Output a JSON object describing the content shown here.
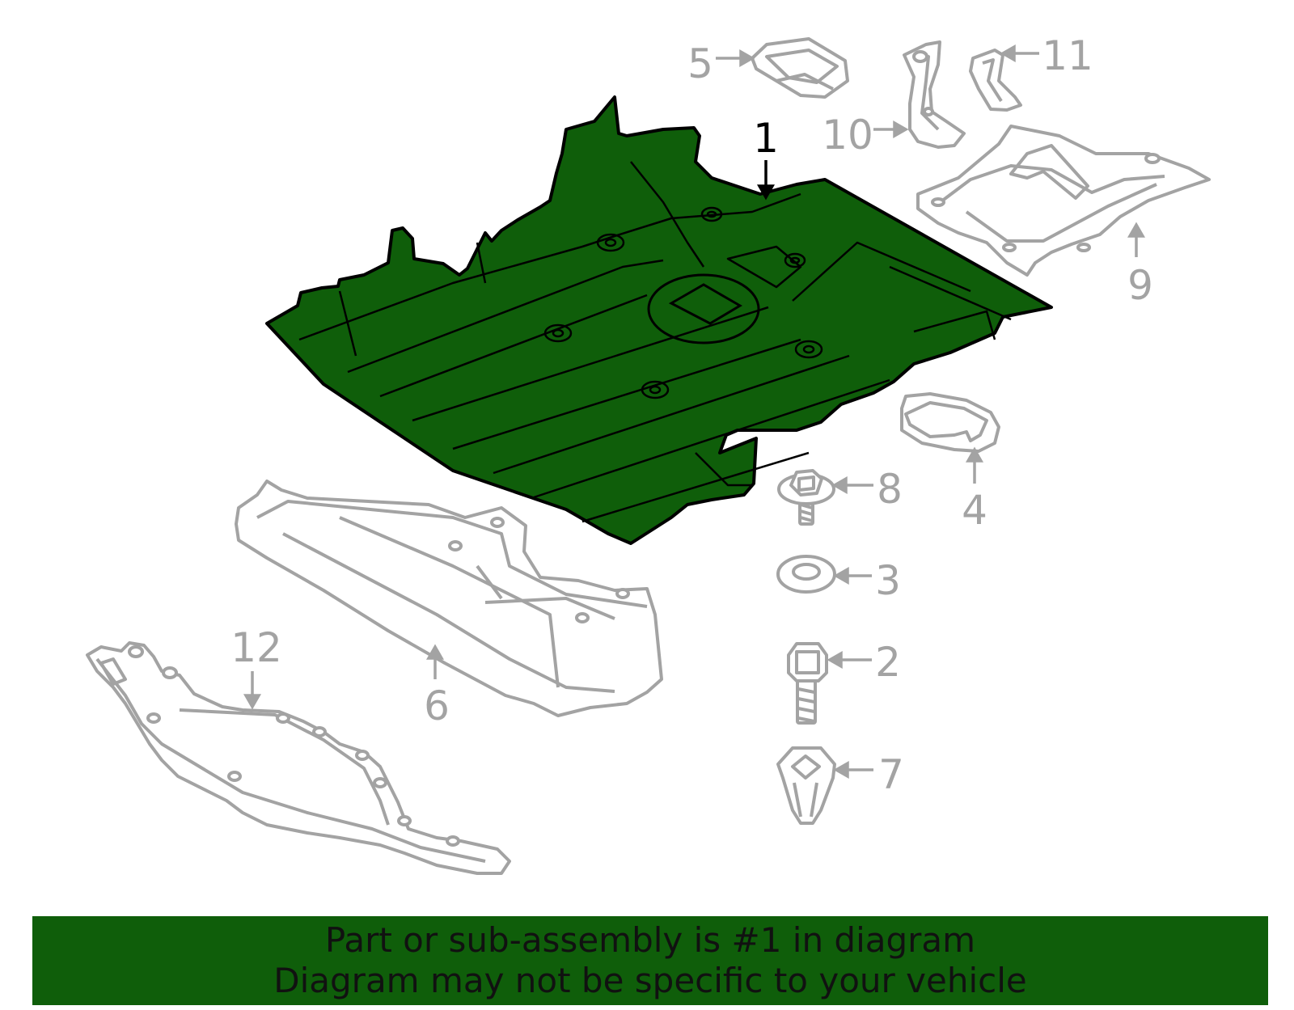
{
  "colors": {
    "highlight": "#0f5e0a",
    "part_line": "#a3a3a3",
    "highlight_line": "#000000",
    "banner_background": "#0f5e0a",
    "banner_text": "#111111"
  },
  "callouts": [
    {
      "id": "1",
      "label": "1",
      "highlighted": true
    },
    {
      "id": "2",
      "label": "2"
    },
    {
      "id": "3",
      "label": "3"
    },
    {
      "id": "4",
      "label": "4"
    },
    {
      "id": "5",
      "label": "5"
    },
    {
      "id": "6",
      "label": "6"
    },
    {
      "id": "7",
      "label": "7"
    },
    {
      "id": "8",
      "label": "8"
    },
    {
      "id": "9",
      "label": "9"
    },
    {
      "id": "10",
      "label": "10"
    },
    {
      "id": "11",
      "label": "11"
    },
    {
      "id": "12",
      "label": "12"
    }
  ],
  "banner": {
    "line1": "Part or sub-assembly is #1 in diagram",
    "line2": "Diagram may not be specific to your vehicle"
  }
}
